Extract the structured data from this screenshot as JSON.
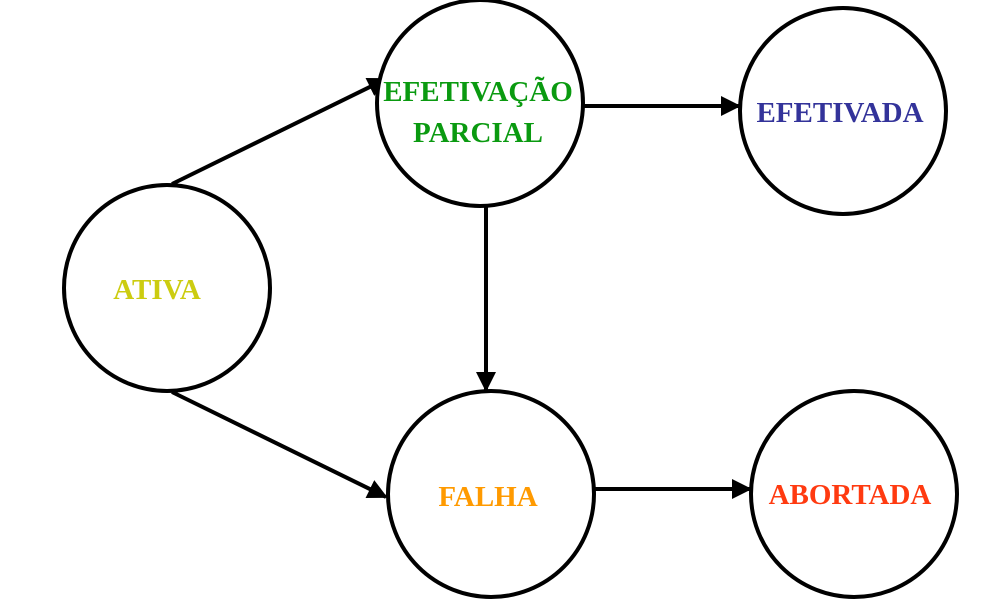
{
  "states": {
    "ativa": {
      "label": "ATIVA",
      "color": "#cccc10"
    },
    "efetivacao_parcial": {
      "line1": "EFETIVAÇÃO",
      "line2": "PARCIAL",
      "color": "#0a9a10"
    },
    "efetivada": {
      "label": "EFETIVADA",
      "color": "#33339a"
    },
    "falha": {
      "label": "FALHA",
      "color": "#ff9a00"
    },
    "abortada": {
      "label": "ABORTADA",
      "color": "#ff3a10"
    }
  },
  "transitions": [
    {
      "from": "ATIVA",
      "to": "EFETIVAÇÃO PARCIAL"
    },
    {
      "from": "ATIVA",
      "to": "FALHA"
    },
    {
      "from": "EFETIVAÇÃO PARCIAL",
      "to": "EFETIVADA"
    },
    {
      "from": "EFETIVAÇÃO PARCIAL",
      "to": "FALHA"
    },
    {
      "from": "FALHA",
      "to": "ABORTADA"
    }
  ],
  "colors": {
    "stroke": "#000000",
    "background": "#ffffff"
  }
}
